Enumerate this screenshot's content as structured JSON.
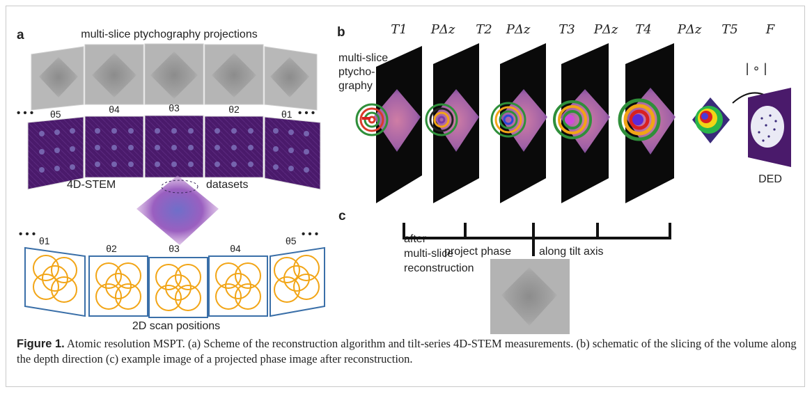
{
  "panel_a": {
    "letter": "a",
    "title": "multi-slice ptychography projections",
    "angles_top": [
      "θ5",
      "θ4",
      "θ3",
      "θ2",
      "θ1"
    ],
    "label_4dstem": "4D-STEM",
    "label_datasets": "datasets",
    "angles_bottom": [
      "θ1",
      "θ2",
      "θ3",
      "θ4",
      "θ5"
    ],
    "label_scan": "2D scan positions",
    "ellipsis": "• • •"
  },
  "panel_b": {
    "letter": "b",
    "side_label": [
      "multi-slice",
      "ptycho-",
      "graphy"
    ],
    "operators": [
      "T1",
      "PΔz",
      "T2",
      "PΔz",
      "T3",
      "PΔz",
      "T4",
      "PΔz",
      "T5",
      "F"
    ],
    "modulus": "| ∘ |",
    "detector": "DED"
  },
  "panel_c": {
    "letter": "c",
    "side_label": [
      "after",
      "multi-slice",
      "reconstruction"
    ],
    "label_left": "project phase",
    "label_right": "along tilt axis"
  },
  "caption": {
    "label": "Figure 1.",
    "text": " Atomic resolution MSPT. (a) Scheme of the reconstruction algorithm and tilt-series 4D-STEM measurements. (b) schematic of the slicing of the volume along the depth direction (c) example image of a projected phase image after reconstruction."
  },
  "colors": {
    "dataset_purple": "#4a1a6b",
    "scan_blue": "#3a6fa8",
    "scan_orange": "#f2a516",
    "slice_black": "#0a0a0a"
  }
}
